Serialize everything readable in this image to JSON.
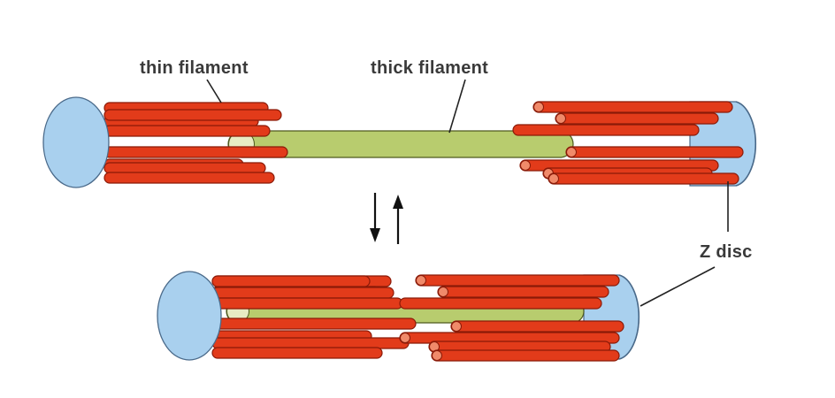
{
  "labels": {
    "thin_filament": "thin filament",
    "thick_filament": "thick filament",
    "z_disc": "Z disc"
  },
  "colors": {
    "thin": "#e23b1a",
    "thin_edge": "#8a1a08",
    "thin_tip": "#f08a6a",
    "thick": "#b8cc6e",
    "thick_edge": "#4e5a1e",
    "thick_tip": "#e8ecc4",
    "disc": "#a9d0ee",
    "disc_edge": "#4a6a8a",
    "line": "#222222"
  },
  "arrows": [
    "arrow-down-icon",
    "arrow-up-icon"
  ]
}
